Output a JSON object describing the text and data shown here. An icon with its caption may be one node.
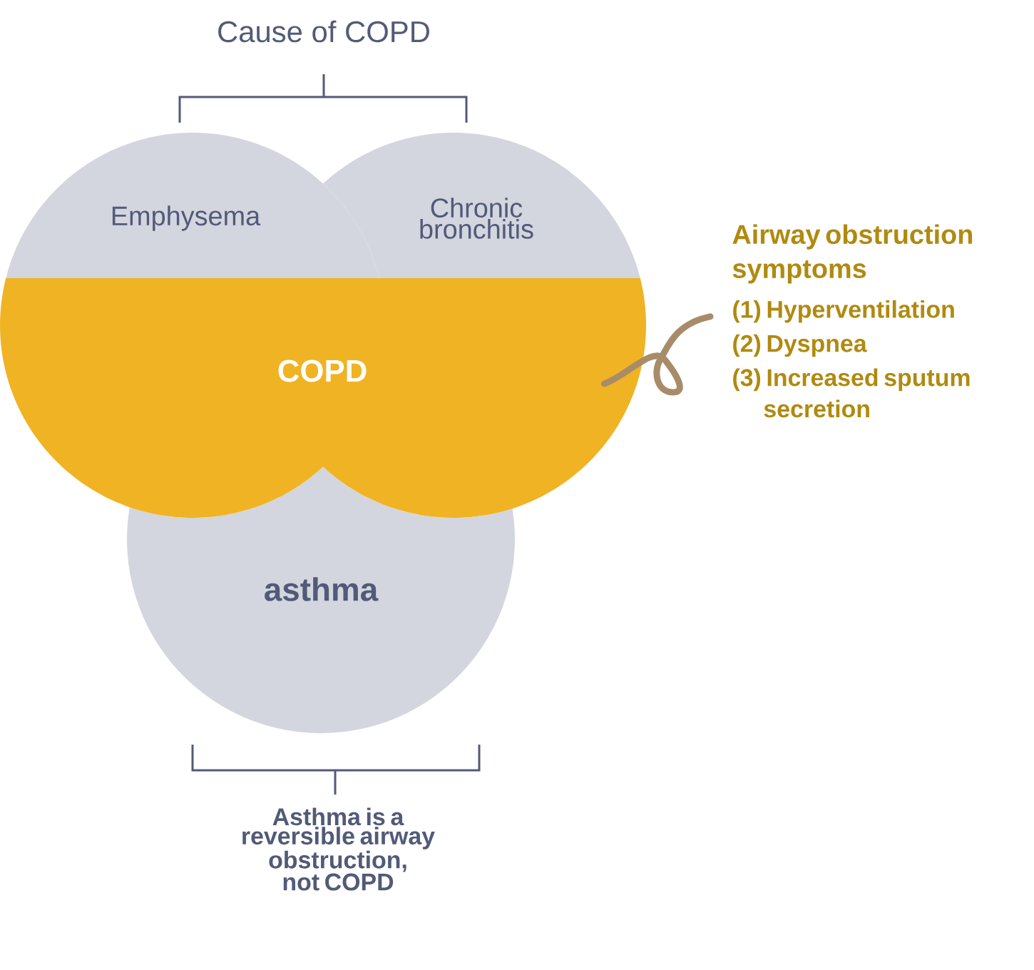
{
  "diagram": {
    "nodes": [
      {
        "text": [
          "Emphysema"
        ]
      },
      {
        "text": [
          "Chronic bronchitis"
        ]
      },
      {
        "text": [
          "COPD"
        ]
      },
      {
        "text": [
          "asthma"
        ]
      },
      {
        "text": [
          "Airway obstruction symptoms",
          "(1) Hyperventilation",
          "(2) Dyspnea",
          "(3) Increased sputum secretion"
        ]
      }
    ],
    "edges": [
      {
        "from": 4,
        "to": 2,
        "arrow": "none"
      }
    ],
    "labels": [
      "Cause of COPD",
      "Asthma is a reversible airway obstruction, not COPD"
    ]
  }
}
